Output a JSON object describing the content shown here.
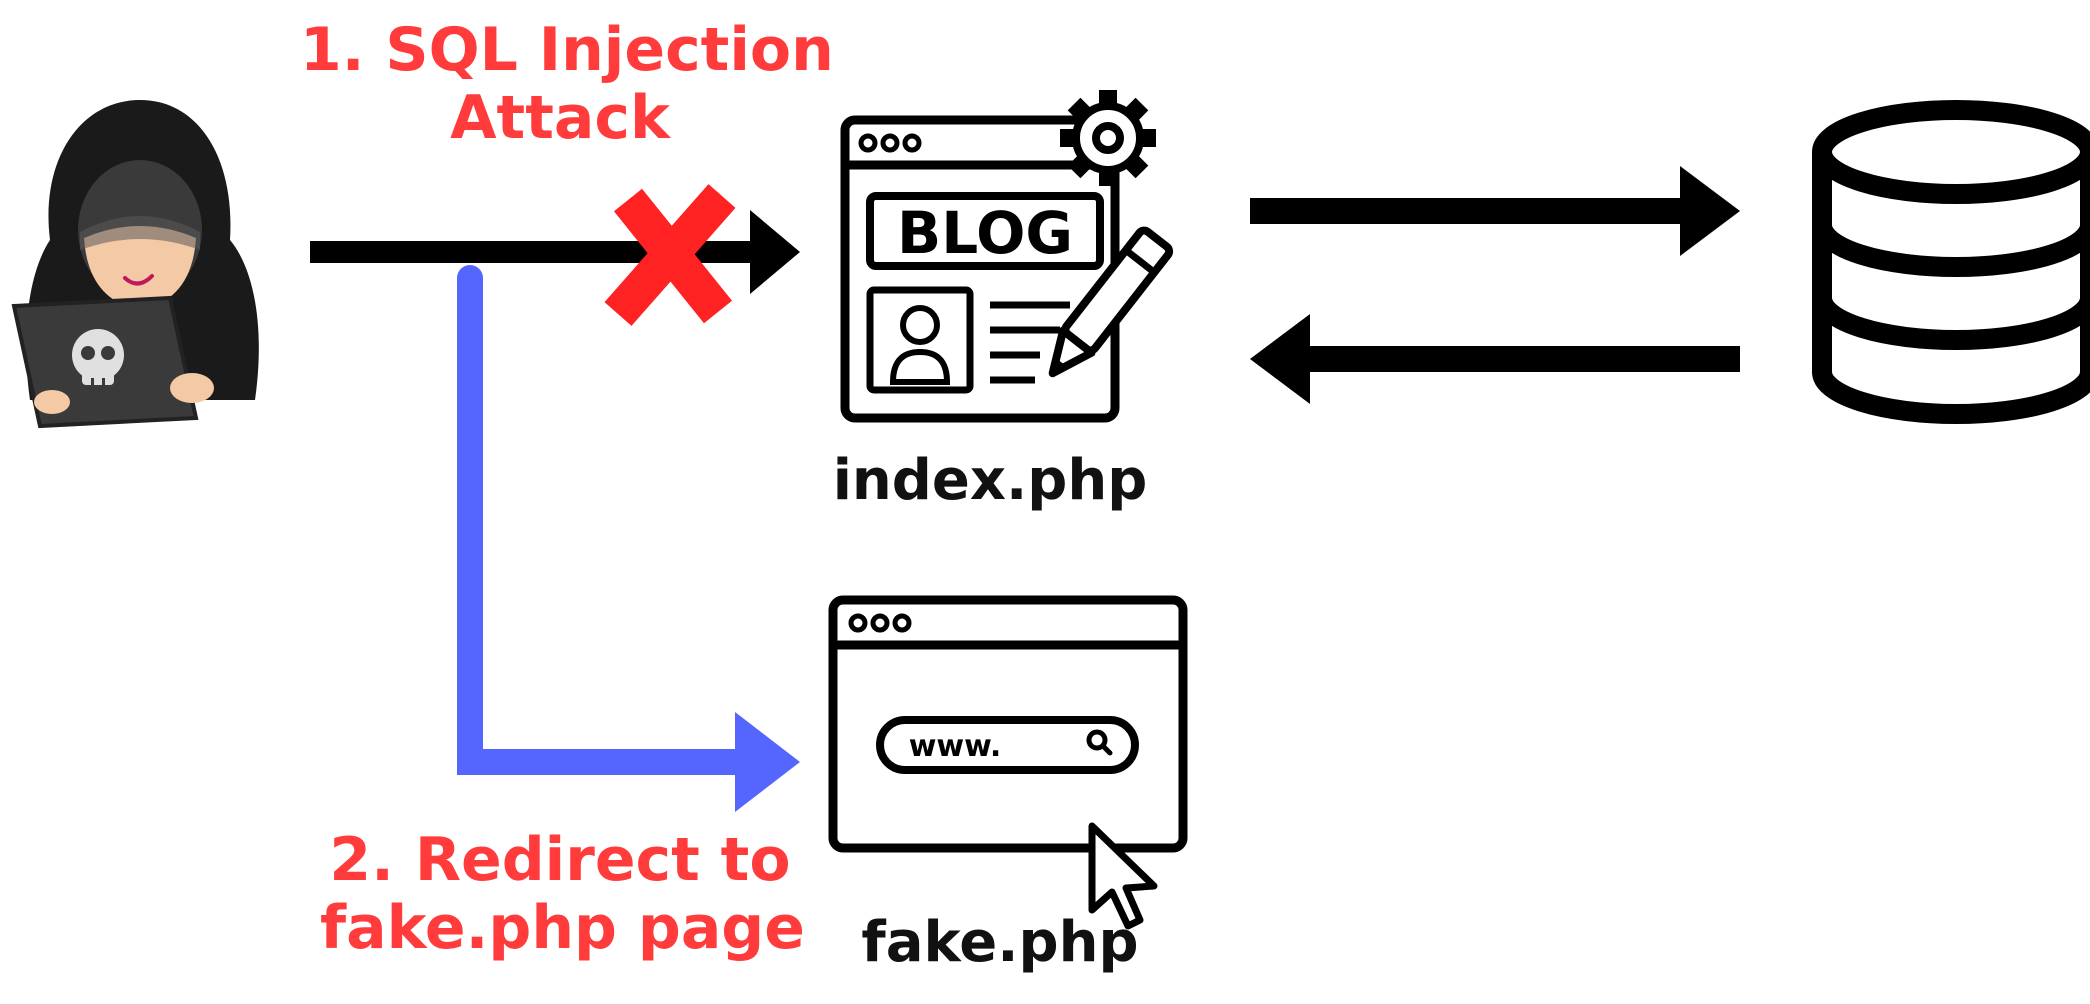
{
  "labels": {
    "step1_line1": "1. SQL Injection",
    "step1_line2": "Attack",
    "step2_line1": "2. Redirect to",
    "step2_line2": "fake.php page",
    "blog_sign": "BLOG",
    "www_text": "www.",
    "index_caption": "index.php",
    "fake_caption": "fake.php"
  },
  "colors": {
    "attack_label": "#ff3b3b",
    "blocked_x": "#ff2222",
    "redirect_arrow": "#5566ff",
    "lines": "#000000",
    "hacker_hood": "#1a1a1a",
    "hacker_face": "#f3c9a6",
    "laptop": "#3a3a3a"
  },
  "icons": {
    "attacker": "hacker-icon",
    "blog_page": "blog-page-icon",
    "fake_page": "browser-window-icon",
    "database": "database-icon",
    "blocked": "x-mark-icon",
    "cursor": "mouse-pointer-icon"
  }
}
